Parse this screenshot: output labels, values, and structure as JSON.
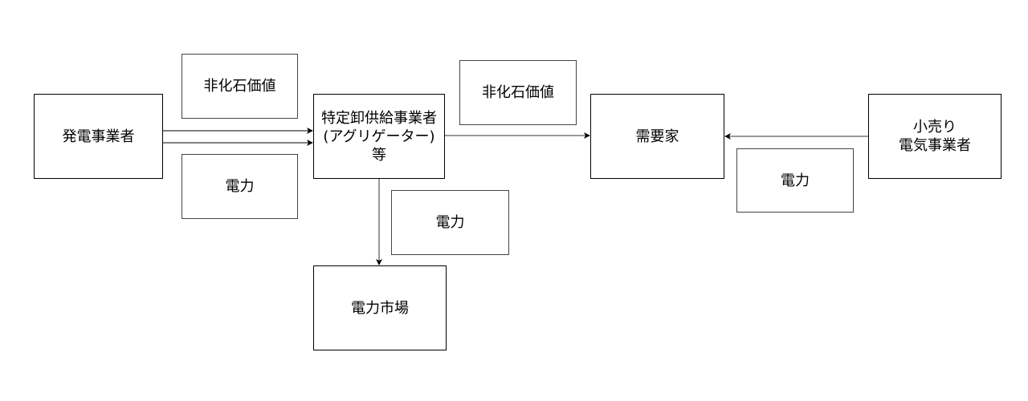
{
  "nodes": {
    "generator": "発電事業者",
    "aggregator": "特定卸供給事業者\n(アグリゲーター)\n等",
    "consumer": "需要家",
    "retailer": "小売り\n電気事業者",
    "market": "電力市場"
  },
  "labels": {
    "gen_nonfossil": "非化石価値",
    "gen_power": "電力",
    "agg_nonfossil": "非化石価値",
    "agg_power_market": "電力",
    "retail_power": "電力"
  }
}
